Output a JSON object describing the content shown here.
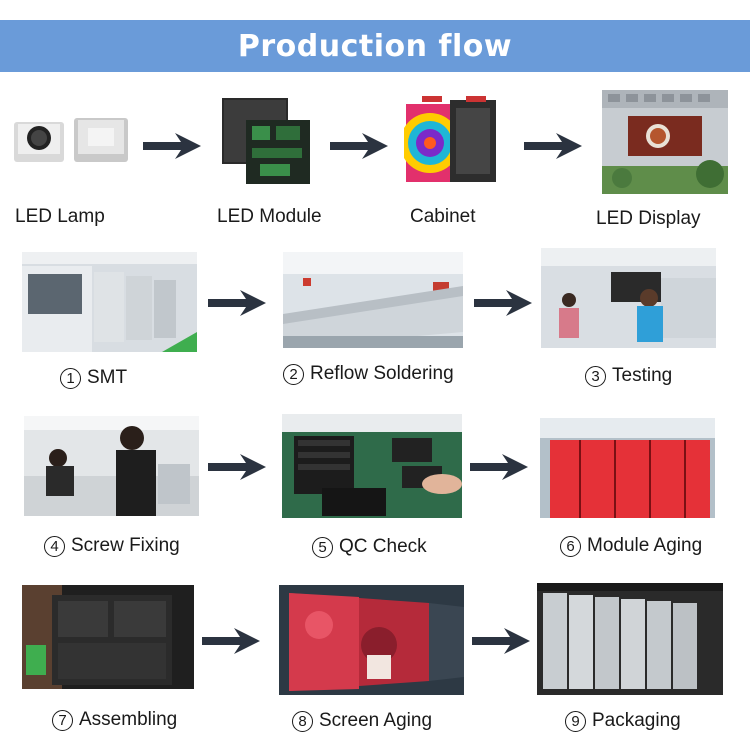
{
  "title": "Production flow",
  "products": [
    {
      "label": "LED Lamp"
    },
    {
      "label": "LED Module"
    },
    {
      "label": "Cabinet"
    },
    {
      "label": "LED Display"
    }
  ],
  "steps": [
    {
      "num": "1",
      "label": "SMT"
    },
    {
      "num": "2",
      "label": "Reflow Soldering"
    },
    {
      "num": "3",
      "label": "Testing"
    },
    {
      "num": "4",
      "label": "Screw Fixing"
    },
    {
      "num": "5",
      "label": "QC Check"
    },
    {
      "num": "6",
      "label": "Module Aging"
    },
    {
      "num": "7",
      "label": "Assembling"
    },
    {
      "num": "8",
      "label": "Screen Aging"
    },
    {
      "num": "9",
      "label": "Packaging"
    }
  ]
}
